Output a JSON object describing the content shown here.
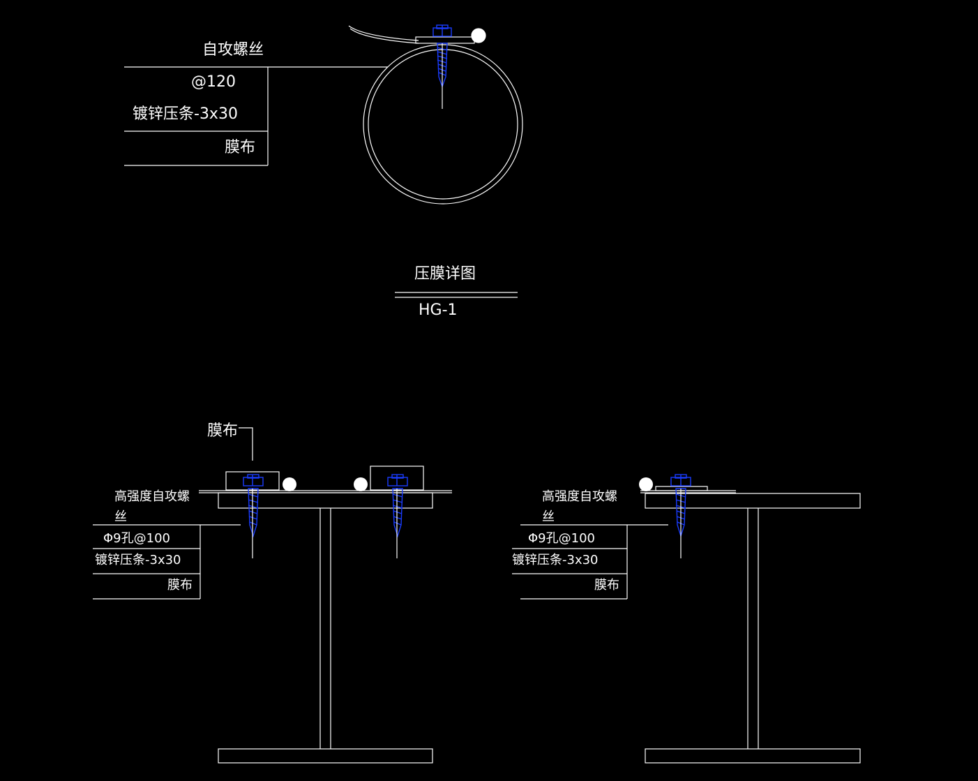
{
  "detail_top": {
    "label_screw": "自攻螺丝",
    "label_spacing": "@120",
    "label_strip": "镀锌压条-3x30",
    "label_membrane": "膜布"
  },
  "detail_title": {
    "name": "压膜详图",
    "code": "HG-1"
  },
  "detail_left": {
    "label_membrane_top": "膜布",
    "label_screw_line1": "高强度自攻螺",
    "label_screw_line2": "丝",
    "label_hole": "Φ9孔@100",
    "label_strip": "镀锌压条-3x30",
    "label_membrane": "膜布"
  },
  "detail_right": {
    "label_screw_line1": "高强度自攻螺",
    "label_screw_line2": "丝",
    "label_hole": "Φ9孔@100",
    "label_strip": "镀锌压条-3x30",
    "label_membrane": "膜布"
  },
  "colors": {
    "background": "#000000",
    "line": "#ffffff",
    "screw": "#1a3cff"
  }
}
